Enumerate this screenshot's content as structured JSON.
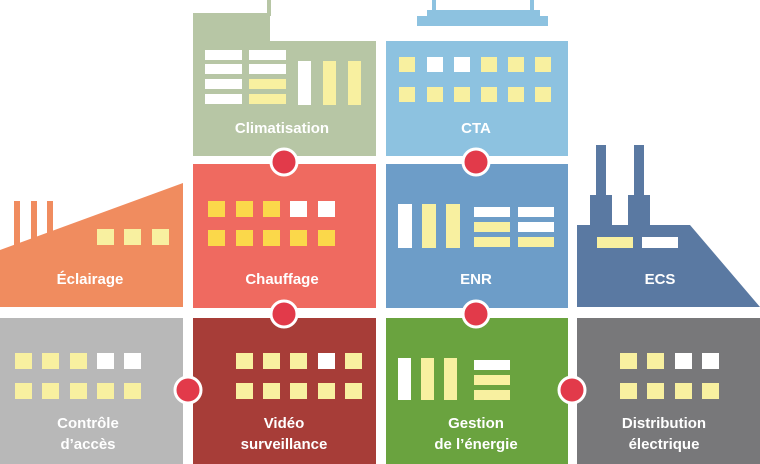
{
  "tiles": {
    "climatisation": {
      "label": "Climatisation",
      "color": "#b7c6a5"
    },
    "cta": {
      "label": "CTA",
      "color": "#8dc2e0"
    },
    "eclairage": {
      "label": "Éclairage",
      "color": "#f08c5f"
    },
    "chauffage": {
      "label": "Chauffage",
      "color": "#ef6a60"
    },
    "enr": {
      "label": "ENR",
      "color": "#6d9dc8"
    },
    "ecs": {
      "label": "ECS",
      "color": "#5a79a2"
    },
    "controle": {
      "label_line1": "Contrôle",
      "label_line2": "d’accès",
      "color": "#b8b8b8"
    },
    "video": {
      "label_line1": "Vidéo",
      "label_line2": "surveillance",
      "color": "#a73d38"
    },
    "gestion": {
      "label_line1": "Gestion",
      "label_line2": "de l’énergie",
      "color": "#6aa33f"
    },
    "distribution": {
      "label_line1": "Distribution",
      "label_line2": "électrique",
      "color": "#78787a"
    }
  },
  "colors": {
    "window_yellow": "#f8f0a0",
    "window_white": "#ffffff",
    "connector_dot": "#e23a4a"
  }
}
